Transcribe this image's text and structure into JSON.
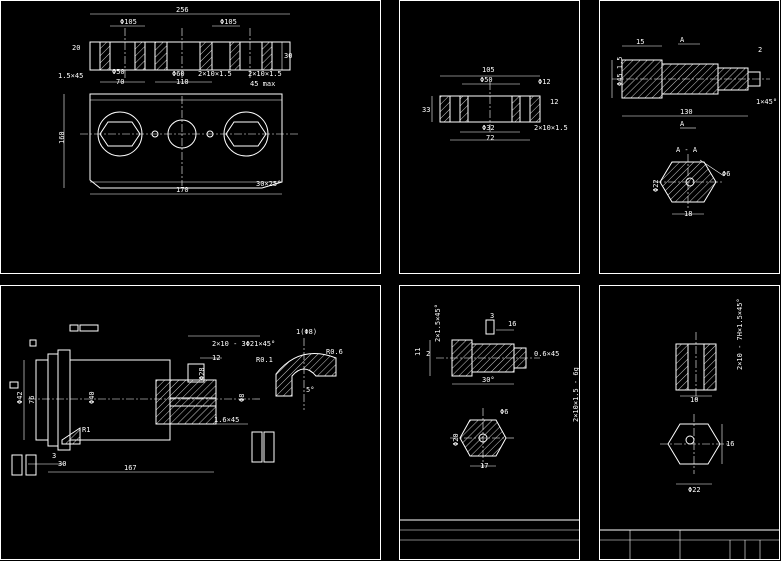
{
  "colors": {
    "background": "#000000",
    "lines": "#ffffff"
  },
  "sheet1": {
    "top": [
      "256",
      "Φ105",
      "Φ105",
      "20",
      "30"
    ],
    "bottom": [
      "1.5×45",
      "Φ50",
      "70",
      "Φ60",
      "110",
      "2×10×1.5",
      "2×10×1.5",
      "45 max"
    ],
    "plan": [
      "160",
      "170",
      "30×25°"
    ]
  },
  "sheet2": {
    "labels": [
      "105",
      "Φ50",
      "Φ12",
      "12",
      "33",
      "Φ32",
      "72",
      "2×10×1.5"
    ]
  },
  "sheet3": {
    "shaft": [
      "A",
      "15",
      "2",
      "Φ45 1.5",
      "130",
      "1×45°",
      "A"
    ],
    "section": [
      "A - A",
      "Φ22",
      "18",
      "Φ6"
    ]
  },
  "sheet4": {
    "labels": [
      "2×10 - 3Φ21×45°",
      "12",
      "R0.1",
      "R0.6",
      "1(Φ8)",
      "Φ40",
      "Φ28",
      "Φ8",
      "5°",
      "Φ42",
      "76",
      "R1",
      "1.6×45",
      "3",
      "30",
      "167"
    ]
  },
  "sheet5": {
    "labels": [
      "2×1.5×45°",
      "3",
      "16",
      "11",
      "2",
      "0.6×45",
      "30°",
      "2×10×1.5 - 6g",
      "Φ20",
      "17",
      "Φ6"
    ]
  },
  "sheet6": {
    "labels": [
      "2×10 - 7H×1.5×45°",
      "10",
      "16",
      "Φ22"
    ]
  }
}
